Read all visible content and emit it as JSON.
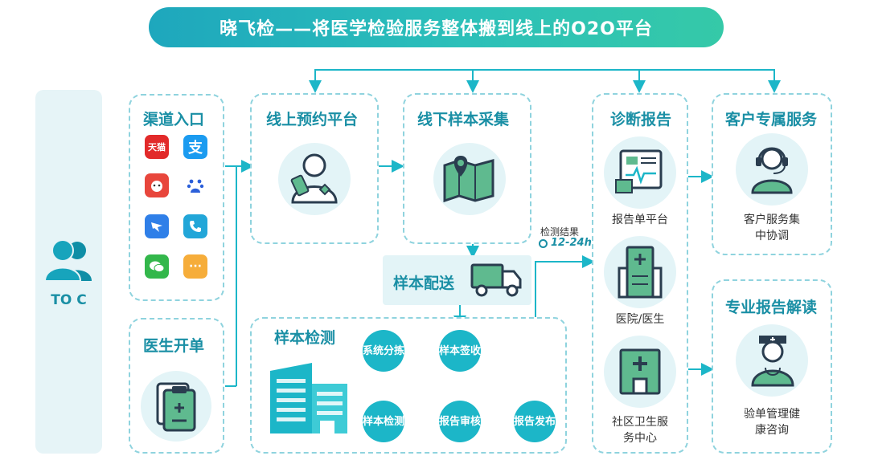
{
  "banner": {
    "title": "晓飞检——将医学检验服务整体搬到线上的O2O平台"
  },
  "toc": {
    "label": "TO C"
  },
  "channels": {
    "title": "渠道入口"
  },
  "doctor": {
    "title": "医生开单"
  },
  "online_booking": {
    "title": "线上预约平台"
  },
  "offline_collection": {
    "title": "线下样本采集"
  },
  "delivery": {
    "title": "样本配送"
  },
  "testing": {
    "title": "样本检测",
    "nodes": {
      "receive": "样本签收",
      "sort": "系统分拣",
      "test": "样本检测",
      "review": "报告审核",
      "publish": "报告发布"
    }
  },
  "result": {
    "label": "检测结果",
    "time": "12-24h"
  },
  "diagnosis": {
    "title": "诊断报告",
    "items": [
      {
        "label": "报告单平台"
      },
      {
        "label": "医院/医生"
      },
      {
        "label": "社区卫生服务中心"
      }
    ]
  },
  "customer": {
    "title": "客户专属服务",
    "caption": "客户服务集中协调"
  },
  "report_interpret": {
    "title": "专业报告解读",
    "caption": "验单管理健康咨询"
  },
  "colors": {
    "teal": "#1cb6c8",
    "dark": "#2a3d4f",
    "green": "#5fba8f",
    "light": "#e3f4f7"
  }
}
